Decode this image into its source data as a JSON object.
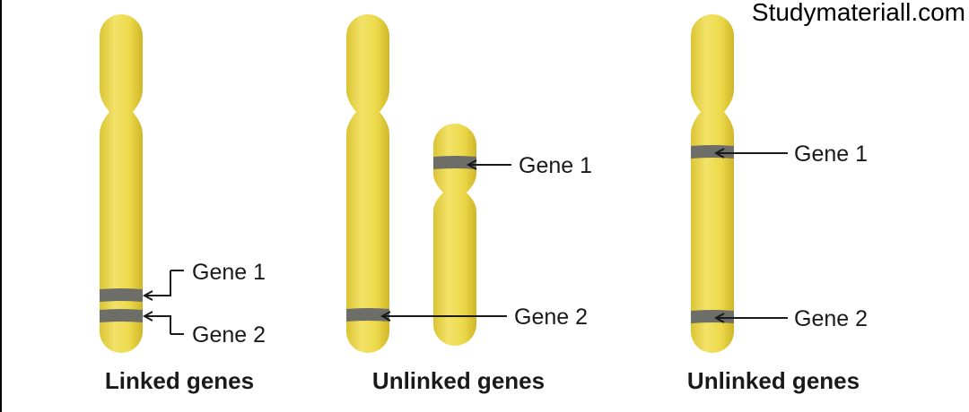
{
  "watermark": "Studymateriall.com",
  "colors": {
    "chromosome": "#ecd94a",
    "chromosome_edge": "#d9c22f",
    "band": "#6e6e68",
    "text": "#1a1a1a"
  },
  "panels": [
    {
      "caption": "Linked genes",
      "genes": [
        "Gene 1",
        "Gene 2"
      ]
    },
    {
      "caption": "Unlinked genes",
      "genes": [
        "Gene 1",
        "Gene 2"
      ]
    },
    {
      "caption": "Unlinked genes",
      "genes": [
        "Gene 1",
        "Gene 2"
      ]
    }
  ]
}
